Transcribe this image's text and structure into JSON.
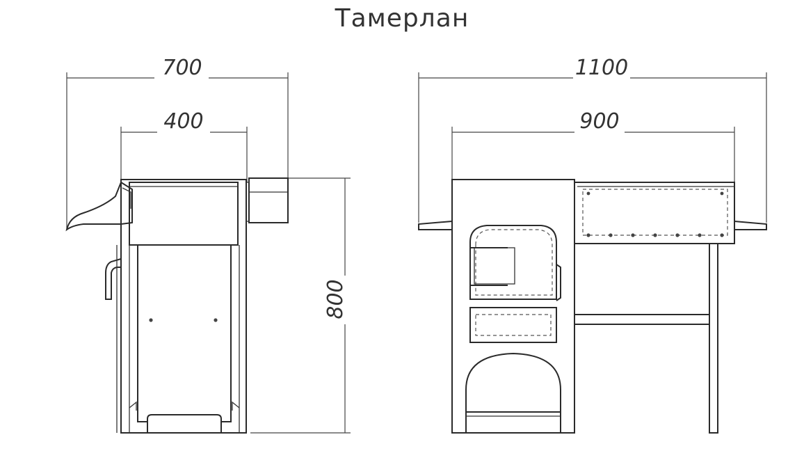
{
  "title": "Тамерлан",
  "dimensions": {
    "side_overall_width": "700",
    "side_body_width": "400",
    "height": "800",
    "front_overall_width": "1100",
    "front_body_width": "900"
  }
}
